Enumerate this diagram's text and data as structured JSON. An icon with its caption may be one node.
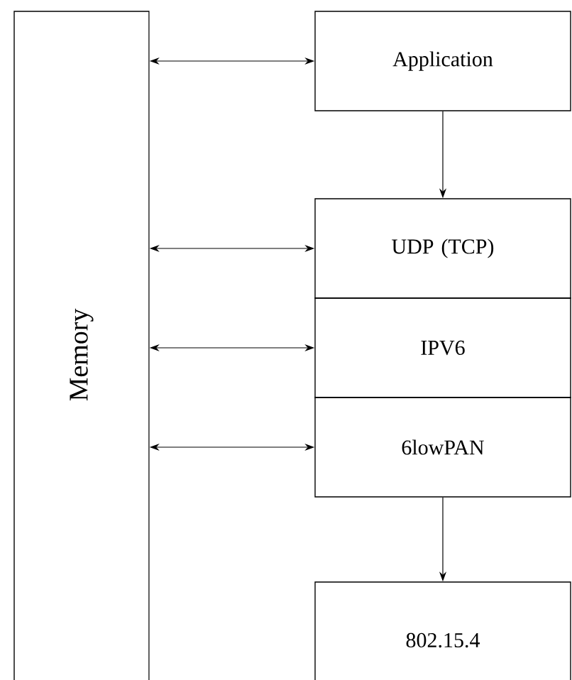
{
  "diagram": {
    "nodes": [
      {
        "text": [
          "Memory"
        ]
      },
      {
        "text": [
          "Application"
        ]
      },
      {
        "text": [
          "UDP (TCP)"
        ]
      },
      {
        "text": [
          "IPV6"
        ]
      },
      {
        "text": [
          "6lowPAN"
        ]
      },
      {
        "text": [
          "802.15.4"
        ]
      }
    ],
    "edges": [
      {
        "from": 0,
        "to": 1,
        "arrow": "both"
      },
      {
        "from": 1,
        "to": 2,
        "arrow": "to"
      },
      {
        "from": 0,
        "to": 2,
        "arrow": "both"
      },
      {
        "from": 0,
        "to": 3,
        "arrow": "both"
      },
      {
        "from": 0,
        "to": 4,
        "arrow": "both"
      },
      {
        "from": 4,
        "to": 5,
        "arrow": "to"
      }
    ]
  }
}
